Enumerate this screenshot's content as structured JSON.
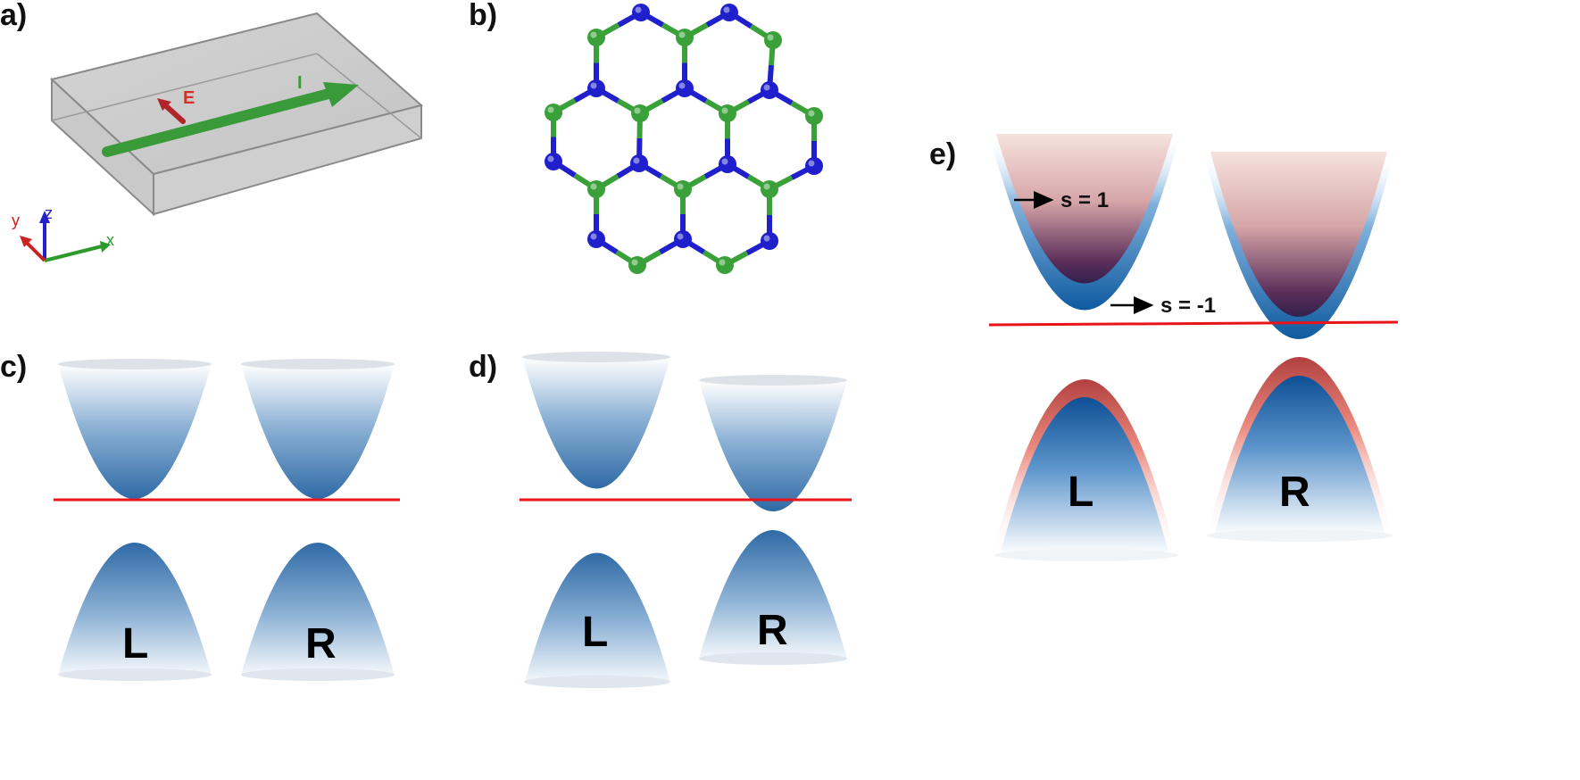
{
  "panels": {
    "a": {
      "label": "a)",
      "e_label": "E",
      "i_label": "I",
      "axes": {
        "x": "x",
        "y": "y",
        "z": "z"
      }
    },
    "b": {
      "label": "b)"
    },
    "c": {
      "label": "c)",
      "left": "L",
      "right": "R"
    },
    "d": {
      "label": "d)",
      "left": "L",
      "right": "R"
    },
    "e": {
      "label": "e)",
      "left": "L",
      "right": "R",
      "spin_up": "s = 1",
      "spin_down": "s = -1"
    }
  },
  "colors": {
    "fermi_line": "#e8141a",
    "band_blue": "#1a5fa8",
    "band_red": "#c45a55",
    "atom_a": "#1f1fcc",
    "atom_b": "#3aa13a",
    "current_arrow": "#3a9a3a",
    "field_arrow": "#b0242a"
  }
}
